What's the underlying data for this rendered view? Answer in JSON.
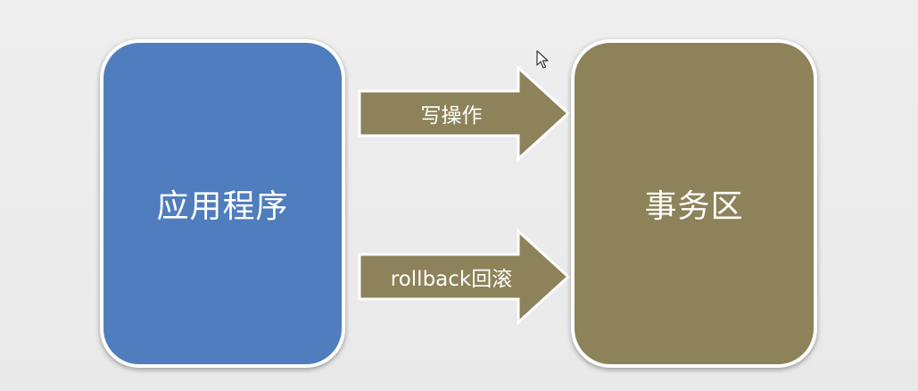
{
  "diagram": {
    "left_box": {
      "label": "应用程序",
      "color": "#4f7dbd"
    },
    "right_box": {
      "label": "事务区",
      "color": "#8d8259"
    },
    "arrows": [
      {
        "label": "写操作",
        "color": "#8d8259",
        "direction": "right"
      },
      {
        "label": "rollback回滚",
        "color": "#8d8259",
        "direction": "right"
      }
    ]
  },
  "cursor": {
    "icon": "mouse-pointer-icon"
  }
}
